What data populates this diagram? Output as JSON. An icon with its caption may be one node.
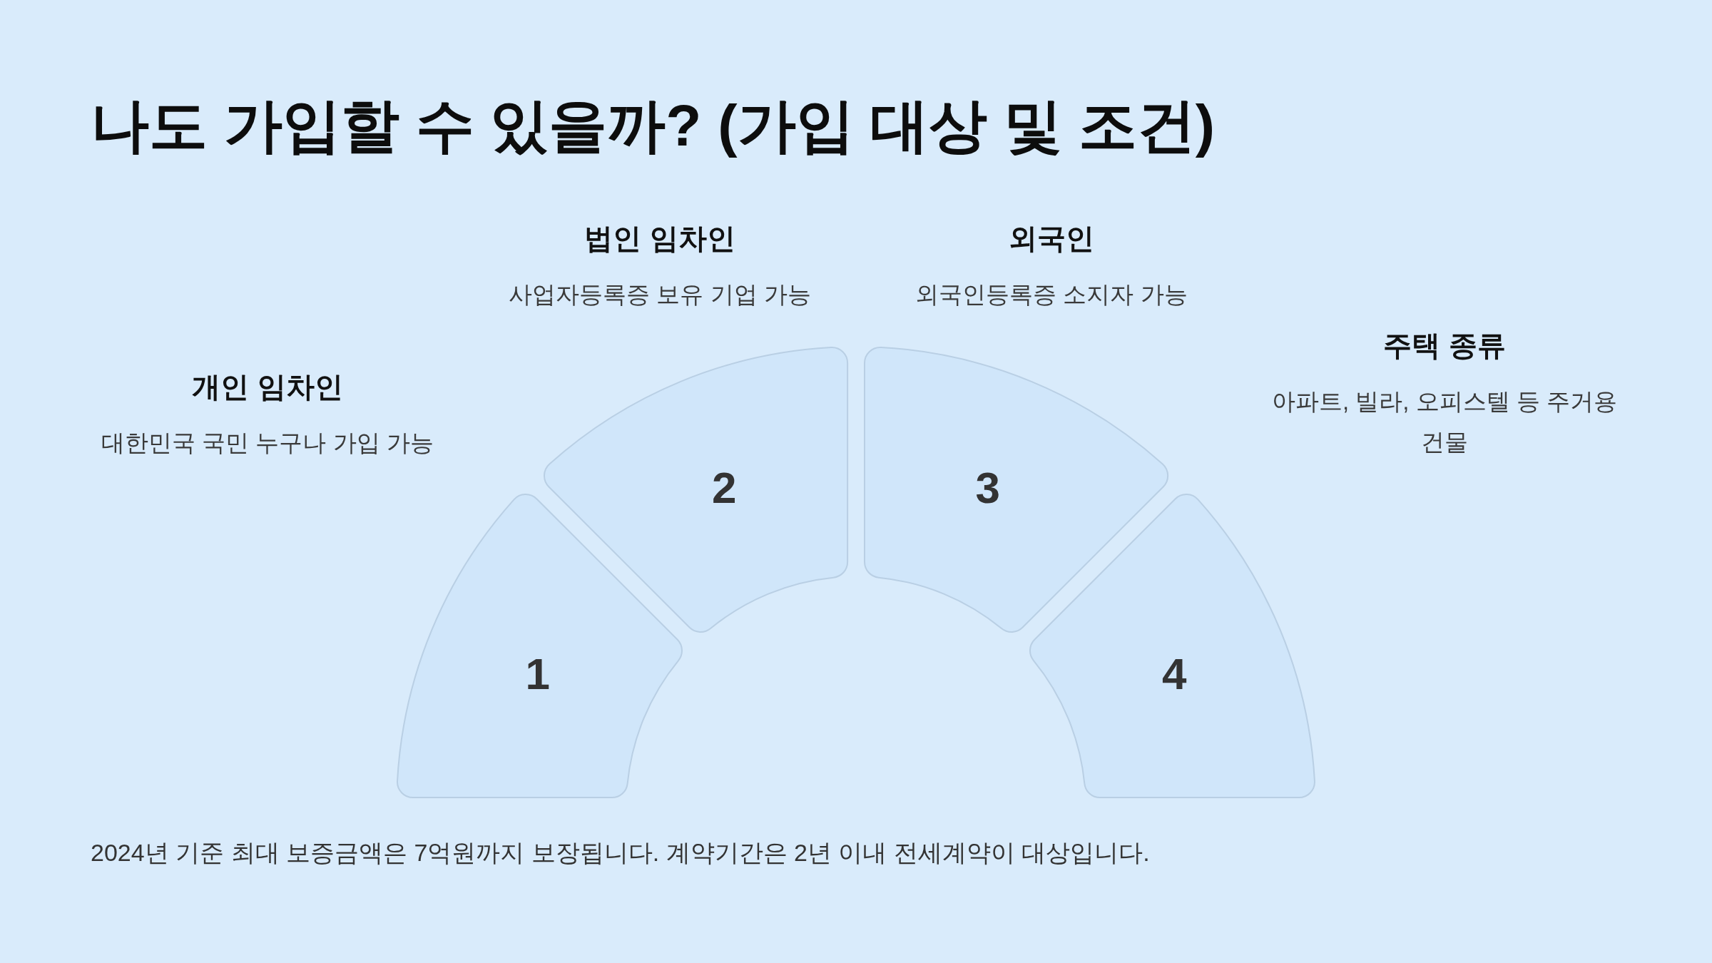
{
  "diagram": {
    "title": "나도 가입할 수 있을까? (가입 대상 및 조건)",
    "caption": "2024년 기준 최대 보증금액은 7억원까지 보장됩니다. 계약기간은 2년 이내 전세계약이 대상입니다.",
    "nodes": [
      {
        "text": [
          "1"
        ],
        "beside": [
          "개인 임차인",
          "대한민국 국민 누구나 가입 가능"
        ]
      },
      {
        "text": [
          "2"
        ],
        "beside": [
          "법인 임차인",
          "사업자등록증 보유 기업 가능"
        ]
      },
      {
        "text": [
          "3"
        ],
        "beside": [
          "외국인",
          "외국인등록증 소지자 가능"
        ]
      },
      {
        "text": [
          "4"
        ],
        "beside": [
          "주택 종류",
          "아파트, 빌라, 오피스텔 등 주거용 건물"
        ]
      }
    ]
  }
}
